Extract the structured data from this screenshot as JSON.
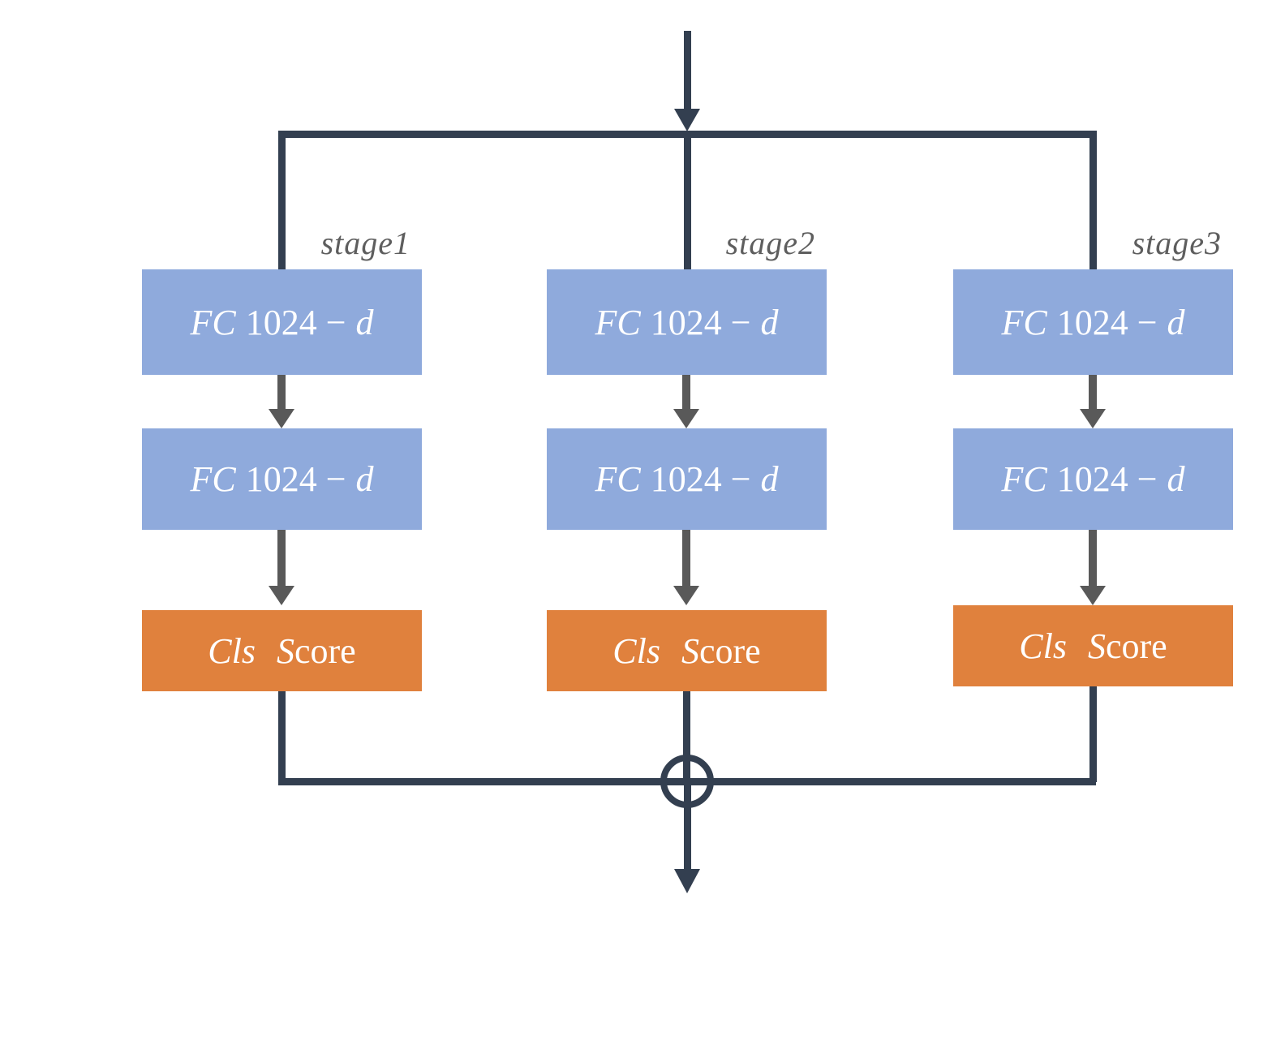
{
  "colors": {
    "line_navy": "#333F50",
    "arrow_gray": "#595959",
    "block_blue": "#8FAADC",
    "block_orange": "#E0813D",
    "label_gray": "#5E5E5E",
    "text_white": "#FFFFFF"
  },
  "icons": {
    "flow_arrow": "down-arrow",
    "sum_junction": "circle-plus"
  },
  "columns": [
    {
      "stage_label": "stage1",
      "fc_block_1": {
        "prefix": "FC",
        "body": "1024 −",
        "suffix": "d"
      },
      "fc_block_2": {
        "prefix": "FC",
        "body": "1024 −",
        "suffix": "d"
      },
      "cls_block": {
        "italic_cls": "Cls",
        "italic_s": "S",
        "rest": "core"
      }
    },
    {
      "stage_label": "stage2",
      "fc_block_1": {
        "prefix": "FC",
        "body": "1024 −",
        "suffix": "d"
      },
      "fc_block_2": {
        "prefix": "FC",
        "body": "1024 −",
        "suffix": "d"
      },
      "cls_block": {
        "italic_cls": "Cls",
        "italic_s": "S",
        "rest": "core"
      }
    },
    {
      "stage_label": "stage3",
      "fc_block_1": {
        "prefix": "FC",
        "body": "1024 −",
        "suffix": "d"
      },
      "fc_block_2": {
        "prefix": "FC",
        "body": "1024 −",
        "suffix": "d"
      },
      "cls_block": {
        "italic_cls": "Cls",
        "italic_s": "S",
        "rest": "core"
      }
    }
  ]
}
